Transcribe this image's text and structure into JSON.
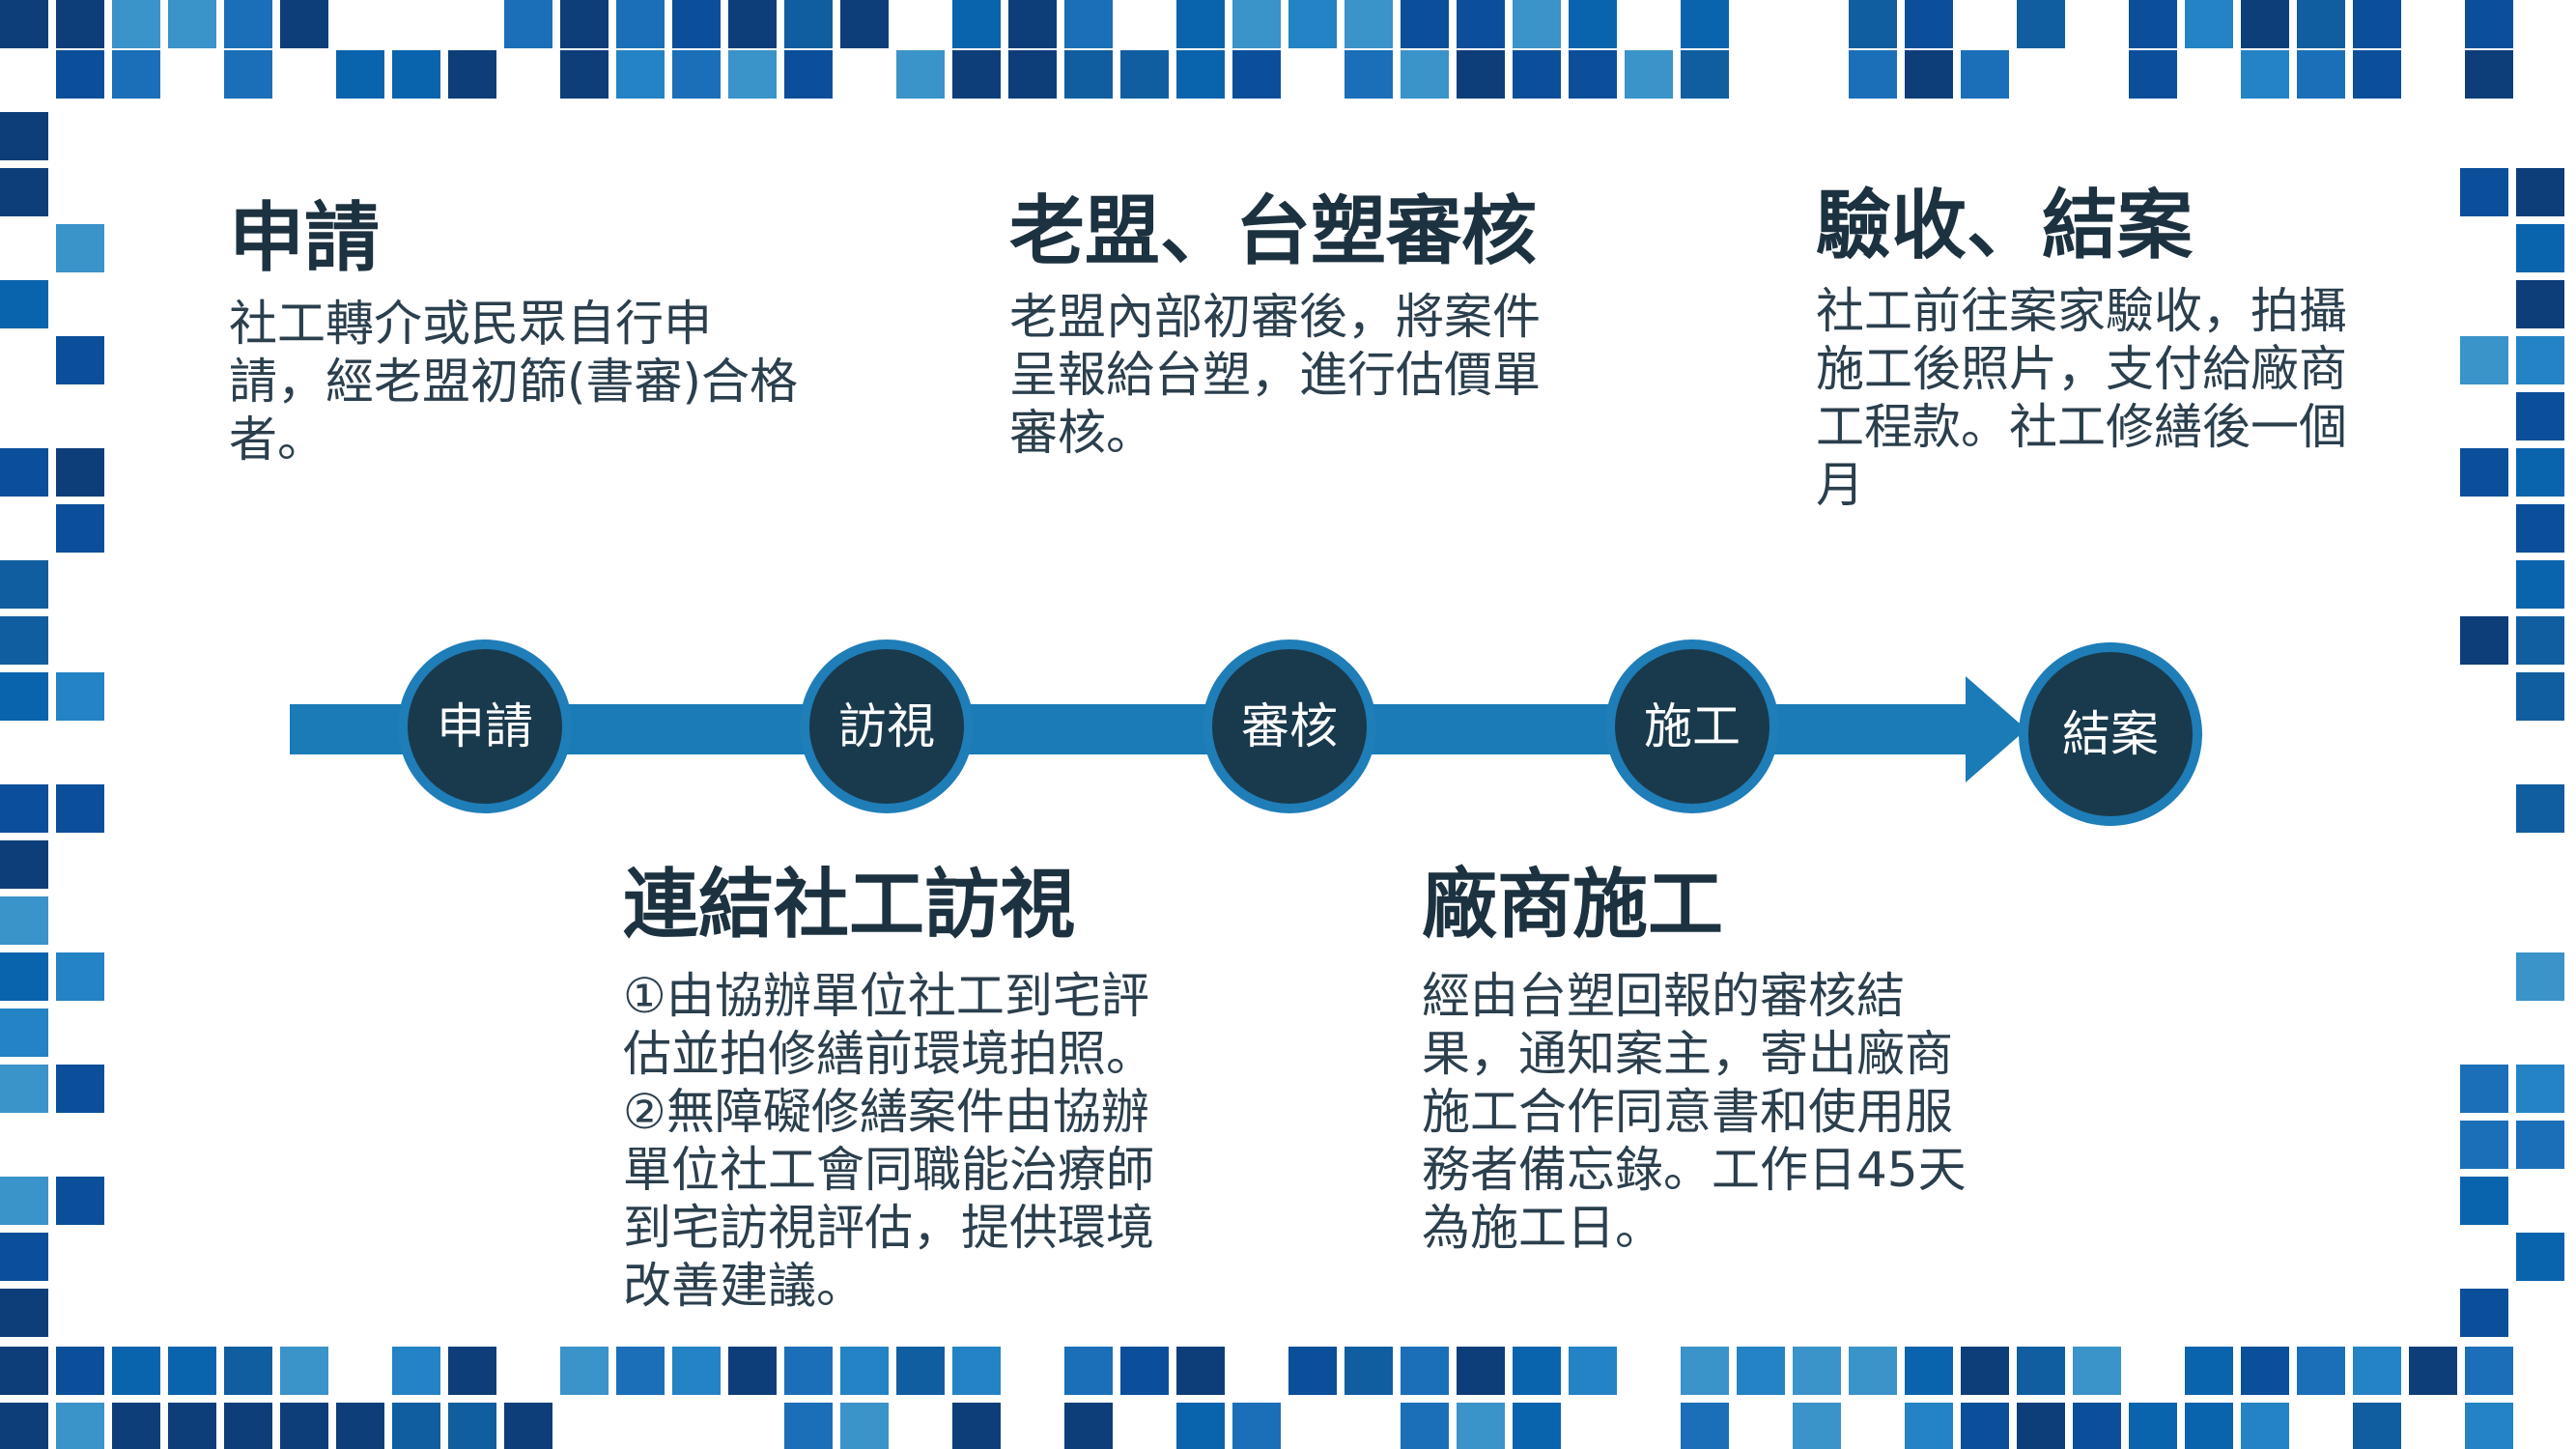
{
  "colors": {
    "tile_palette": [
      "#0b4f9a",
      "#1a6fb8",
      "#2383c4",
      "#0d3e7a",
      "#3a93c9",
      "#105e9f",
      "#0a63ad"
    ],
    "arrow": "#1a7bb6",
    "node_fill": "#193a4c",
    "node_ring": "#1f7db8",
    "heading": "#1d3240",
    "text": "#2b3f4d"
  },
  "blocks": [
    {
      "title": "申請",
      "lines": [
        "社工轉介或民眾自行申",
        "請，經老盟初篩(書審)合格",
        "者。"
      ]
    },
    {
      "title": "老盟、台塑審核",
      "lines": [
        "老盟內部初審後，將案件",
        "呈報給台塑，進行估價單",
        "審核。"
      ]
    },
    {
      "title": "驗收、結案",
      "lines": [
        "社工前往案家驗收，拍攝",
        "施工後照片，支付給廠商",
        "工程款。社工修繕後一個",
        "月"
      ]
    },
    {
      "title": "連結社工訪視",
      "lines": [
        "①由協辦單位社工到宅評",
        "估並拍修繕前環境拍照。",
        "②無障礙修繕案件由協辦",
        "單位社工會同職能治療師",
        "到宅訪視評估，提供環境",
        "改善建議。"
      ]
    },
    {
      "title": "廠商施工",
      "lines": [
        "經由台塑回報的審核結",
        "果，通知案主，寄出廠商",
        "施工合作同意書和使用服",
        "務者備忘錄。工作日45天",
        "為施工日。"
      ]
    }
  ],
  "timeline": {
    "nodes": [
      "申請",
      "訪視",
      "審核",
      "施工",
      "結案"
    ]
  }
}
